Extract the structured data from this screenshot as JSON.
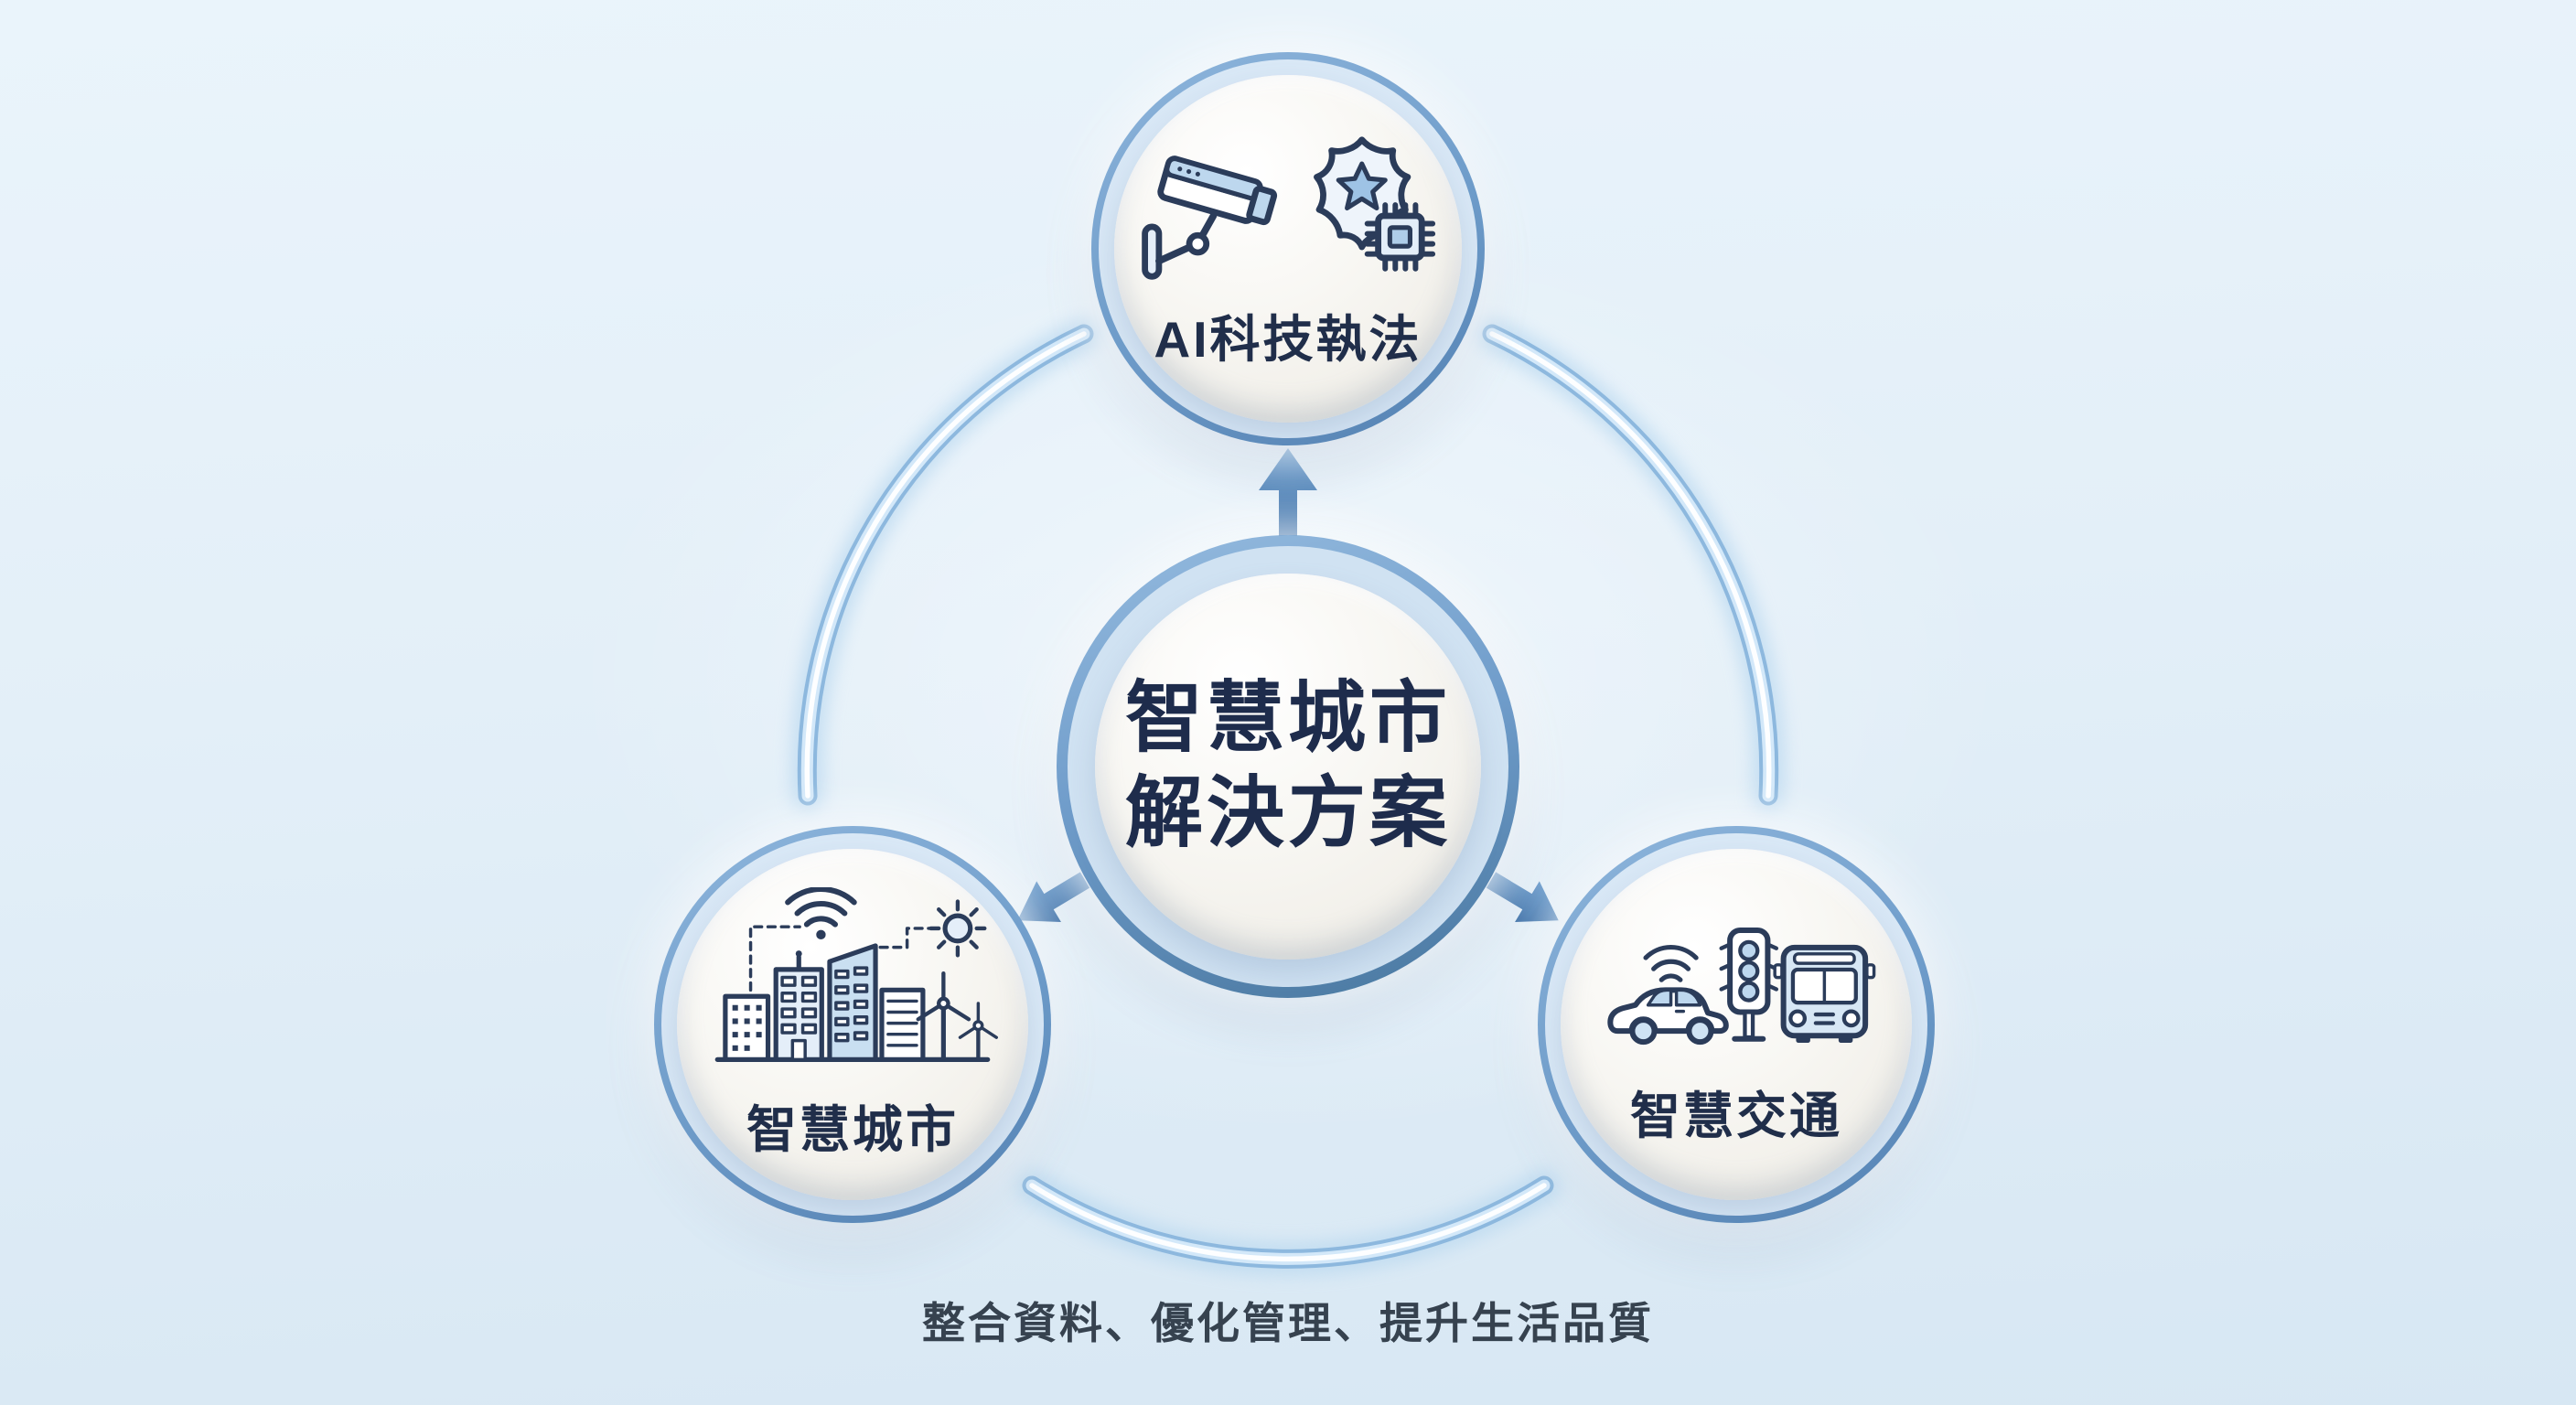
{
  "center": {
    "title_line1": "智慧城市",
    "title_line2": "解決方案"
  },
  "nodes": [
    {
      "id": "ai-enforcement",
      "label": "AI科技執法",
      "icons": [
        "cctv-camera-icon",
        "police-badge-icon",
        "microchip-icon"
      ]
    },
    {
      "id": "smart-city",
      "label": "智慧城市",
      "icons": [
        "wifi-icon",
        "city-buildings-icon",
        "sun-icon",
        "wind-turbines-icon"
      ]
    },
    {
      "id": "smart-transport",
      "label": "智慧交通",
      "icons": [
        "connected-car-icon",
        "wifi-icon",
        "traffic-light-icon",
        "bus-icon"
      ]
    }
  ],
  "caption": {
    "text": "整合資料、優化管理、提升生活品質"
  },
  "colors": {
    "background_top": "#eaf4fb",
    "background_bottom": "#d7e7f3",
    "ring_gradient_start": "#8fb6dc",
    "ring_gradient_end": "#5281b3",
    "ring_gap": "#d9e8f6",
    "inner_circle": "#f6f5f1",
    "arc_tube_edge": "#8db8de",
    "arc_tube_core": "#ffffff",
    "arrow": "#4d80b8",
    "title_text": "#1e2c4c",
    "label_text": "#202e4a",
    "caption_text": "#36424f",
    "icon_line": "#2b3c5a",
    "icon_fill_light": "#bdd7ee",
    "icon_fill_lighter": "#e4eef9"
  }
}
